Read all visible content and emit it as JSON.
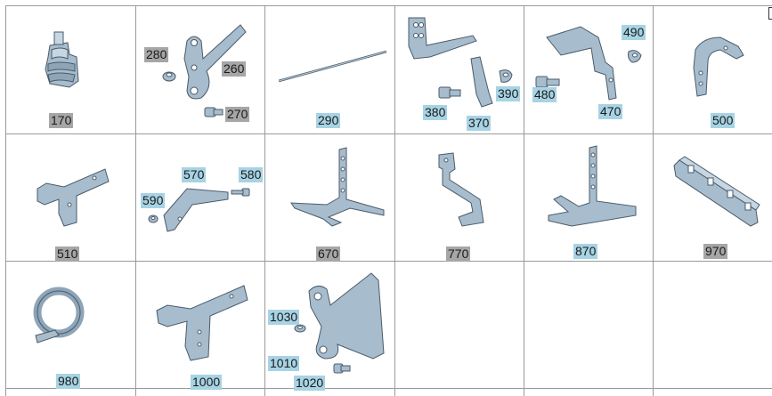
{
  "catalog": {
    "cells": [
      {
        "id": "c1",
        "parts": [
          {
            "label": "170",
            "color": "gray",
            "part": "clip"
          }
        ]
      },
      {
        "id": "c2",
        "parts": [
          {
            "label": "280",
            "color": "gray",
            "part": "grommet"
          },
          {
            "label": "260",
            "color": "gray",
            "part": "bracket-plate"
          },
          {
            "label": "270",
            "color": "gray",
            "part": "bolt"
          }
        ]
      },
      {
        "id": "c3",
        "parts": [
          {
            "label": "290",
            "color": "blue",
            "part": "rod"
          }
        ]
      },
      {
        "id": "c4",
        "parts": [
          {
            "label": "380",
            "color": "blue",
            "part": "bolt"
          },
          {
            "label": "390",
            "color": "blue",
            "part": "nut"
          },
          {
            "label": "370",
            "color": "blue",
            "part": "bracket"
          }
        ]
      },
      {
        "id": "c5",
        "parts": [
          {
            "label": "490",
            "color": "blue",
            "part": "nut"
          },
          {
            "label": "480",
            "color": "blue",
            "part": "bolt"
          },
          {
            "label": "470",
            "color": "blue",
            "part": "bracket"
          }
        ]
      },
      {
        "id": "c6",
        "parts": [
          {
            "label": "500",
            "color": "blue",
            "part": "l-bracket"
          }
        ]
      },
      {
        "id": "c7",
        "parts": [
          {
            "label": "510",
            "color": "gray",
            "part": "mount-bracket"
          }
        ]
      },
      {
        "id": "c8",
        "parts": [
          {
            "label": "570",
            "color": "blue",
            "part": "bent-plate"
          },
          {
            "label": "580",
            "color": "blue",
            "part": "bolt"
          },
          {
            "label": "590",
            "color": "blue",
            "part": "nut"
          }
        ]
      },
      {
        "id": "c9",
        "parts": [
          {
            "label": "670",
            "color": "gray",
            "part": "strap-bracket"
          }
        ]
      },
      {
        "id": "c10",
        "parts": [
          {
            "label": "770",
            "color": "gray",
            "part": "z-bracket"
          }
        ]
      },
      {
        "id": "c11",
        "parts": [
          {
            "label": "870",
            "color": "blue",
            "part": "strap-bracket"
          }
        ]
      },
      {
        "id": "c12",
        "parts": [
          {
            "label": "970",
            "color": "gray",
            "part": "rail"
          }
        ]
      },
      {
        "id": "c13",
        "parts": [
          {
            "label": "980",
            "color": "blue",
            "part": "pipe-clamp"
          }
        ]
      },
      {
        "id": "c14",
        "parts": [
          {
            "label": "1000",
            "color": "blue",
            "part": "mount-bracket"
          }
        ]
      },
      {
        "id": "c15",
        "parts": [
          {
            "label": "1030",
            "color": "blue",
            "part": "grommet"
          },
          {
            "label": "1010",
            "color": "blue",
            "part": "bracket-plate"
          },
          {
            "label": "1020",
            "color": "blue",
            "part": "bolt"
          }
        ]
      },
      {
        "id": "c16",
        "parts": []
      },
      {
        "id": "c17",
        "parts": []
      },
      {
        "id": "c18",
        "parts": []
      }
    ]
  },
  "colors": {
    "label_blue": "#a7d3e4",
    "label_gray": "#a6a6a6",
    "part_metal": "#9fb6c8",
    "grid_line": "#9a9a9a"
  }
}
